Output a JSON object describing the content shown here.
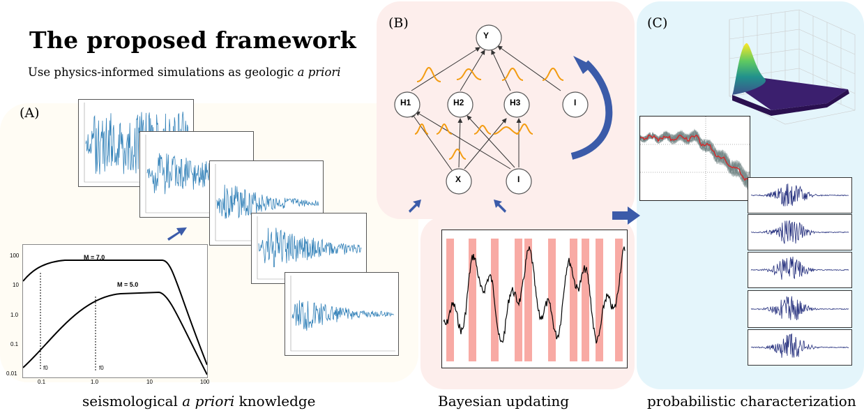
{
  "title": "The proposed framework",
  "subtitle": {
    "prefix": "Use physics-informed simulations as geologic ",
    "emphasis": "a priori"
  },
  "panels": {
    "a": {
      "label": "(A)"
    },
    "b": {
      "label": "(B)"
    },
    "c": {
      "label": "(C)"
    }
  },
  "captions": {
    "a": {
      "prefix": "seismological ",
      "emphasis": "a priori",
      "suffix": " knowledge"
    },
    "b": {
      "text": "Bayesian updating"
    },
    "c": {
      "text": "probabilistic characterization"
    }
  },
  "spectrum_plot": {
    "curve_labels": [
      "M = 7.0",
      "M = 5.0"
    ],
    "y_tick_labels": [
      "100",
      "10",
      "1.0",
      "0.1",
      "0.01"
    ],
    "x_tick_labels": [
      "0.1",
      "1.0",
      "10",
      "100"
    ],
    "corner_labels": [
      "f0",
      "f0"
    ]
  },
  "network": {
    "nodes": [
      "Y",
      "H1",
      "H2",
      "H3",
      "I",
      "X",
      "I"
    ],
    "colors": {
      "distribution": "#f39c12",
      "arrow": "#3b5ba9"
    }
  },
  "colors": {
    "waveform": "#2f7fb7",
    "samples_line": "#d62728",
    "trace_dark": "#1f2a7a",
    "bar": "#f8aaa4"
  }
}
